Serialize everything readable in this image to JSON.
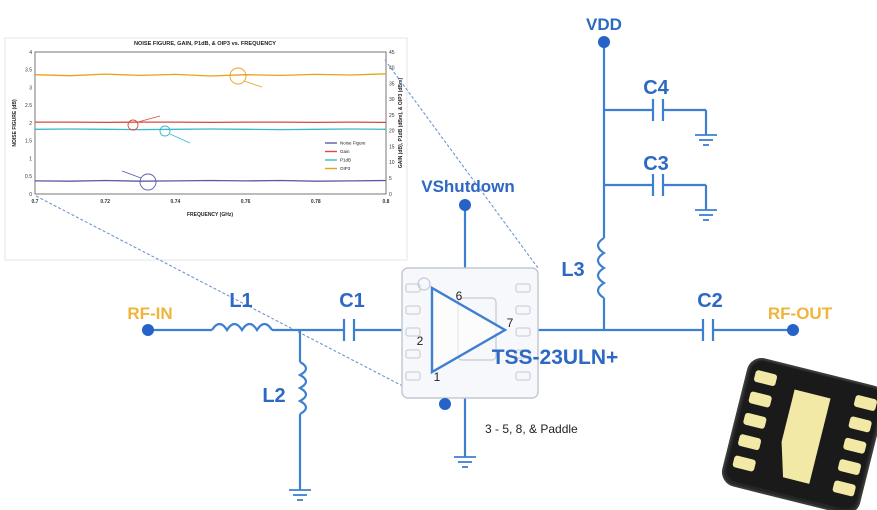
{
  "colors": {
    "wire": "#3d7fd0",
    "port_label": "#f0b43a",
    "component_label": "#2c68c4",
    "connector_dot": "#2563c8",
    "chip_body": "#1e1e1e",
    "chip_pad": "#f3e9a6"
  },
  "schematic": {
    "ports": {
      "rf_in": "RF-IN",
      "rf_out": "RF-OUT",
      "vdd": "VDD",
      "vshutdown": "VShutdown"
    },
    "components": {
      "l1": "L1",
      "l2": "L2",
      "l3": "L3",
      "c1": "C1",
      "c2": "C2",
      "c3": "C3",
      "c4": "C4"
    },
    "amplifier": {
      "part_number": "TSS-23ULN+",
      "pin_in": "2",
      "pin_out": "7",
      "pin_shutdown": "6",
      "pin_ground": "1"
    },
    "ground_note": "3 - 5, 8, & Paddle"
  },
  "chart_data": {
    "type": "line",
    "title": "NOISE FIGURE, GAIN, P1dB, & OIP3 vs. FREQUENCY",
    "xlabel": "FREQUENCY (GHz)",
    "ylabel": "NOISE FIGURE (dB)",
    "y2label": "GAIN (dB), P1dB (dBm), & OIP3 (dBm)",
    "xlim": [
      0.7,
      0.8
    ],
    "ylim": [
      0,
      4
    ],
    "y2lim": [
      0,
      45
    ],
    "xticks": [
      "0.7",
      "0.72",
      "0.74",
      "0.76",
      "0.78",
      "0.8"
    ],
    "yticks": [
      "0",
      "0.5",
      "1",
      "1.5",
      "2",
      "2.5",
      "3",
      "3.5",
      "4"
    ],
    "y2ticks": [
      "0",
      "5",
      "10",
      "15",
      "20",
      "25",
      "30",
      "35",
      "40",
      "45"
    ],
    "grid": false,
    "legend_position": "right",
    "x": [
      0.7,
      0.71,
      0.72,
      0.73,
      0.74,
      0.75,
      0.76,
      0.77,
      0.78,
      0.79,
      0.8
    ],
    "series": [
      {
        "name": "Noise Figure",
        "axis": "left",
        "color": "#5a5aa8",
        "values": [
          0.37,
          0.36,
          0.38,
          0.36,
          0.37,
          0.38,
          0.37,
          0.38,
          0.36,
          0.37,
          0.38
        ]
      },
      {
        "name": "Gain",
        "axis": "right",
        "color": "#d94a3a",
        "values": [
          22.8,
          22.8,
          22.7,
          22.8,
          22.8,
          22.7,
          22.8,
          22.8,
          22.7,
          22.8,
          22.7
        ]
      },
      {
        "name": "P1dB",
        "axis": "right",
        "color": "#3bb8c9",
        "values": [
          20.5,
          20.6,
          20.5,
          20.4,
          20.5,
          20.6,
          20.5,
          20.4,
          20.5,
          20.6,
          20.5
        ]
      },
      {
        "name": "OIP3",
        "axis": "right",
        "color": "#e8a21a",
        "values": [
          37.8,
          37.5,
          38.0,
          37.6,
          37.9,
          37.4,
          37.8,
          37.6,
          37.9,
          37.7,
          38.1
        ]
      }
    ]
  }
}
